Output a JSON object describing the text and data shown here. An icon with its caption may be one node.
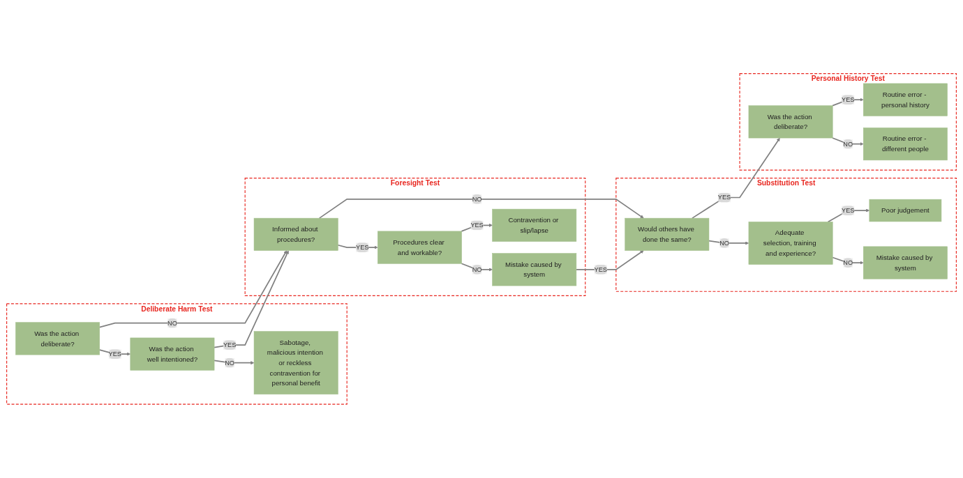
{
  "diagram": {
    "nodes": [
      {
        "text": [
          "Deliberate Harm Test"
        ]
      },
      {
        "text": [
          "Was the action deliberate?"
        ],
        "in": 0
      },
      {
        "text": [
          "Was the action well intentioned?"
        ],
        "in": 0
      },
      {
        "text": [
          "Sabotage, malicious intention or reckless contravention for personal benefit"
        ],
        "in": 0
      },
      {
        "text": [
          "Foresight Test"
        ]
      },
      {
        "text": [
          "Informed about procedures?"
        ],
        "in": 4
      },
      {
        "text": [
          "Procedures clear and workable?"
        ],
        "in": 4
      },
      {
        "text": [
          "Contravention or slip/lapse"
        ],
        "in": 4
      },
      {
        "text": [
          "Mistake caused by system"
        ],
        "in": 4
      },
      {
        "text": [
          "Substitution Test"
        ]
      },
      {
        "text": [
          "Would others have done the same?"
        ],
        "in": 9
      },
      {
        "text": [
          "Adequate selection, training and experience?"
        ],
        "in": 9
      },
      {
        "text": [
          "Poor judgement"
        ],
        "in": 9
      },
      {
        "text": [
          "Mistake caused by system"
        ],
        "in": 9
      },
      {
        "text": [
          "Personal History Test"
        ]
      },
      {
        "text": [
          "Was the action deliberate?"
        ],
        "in": 14
      },
      {
        "text": [
          "Routine error - personal history"
        ],
        "in": 14
      },
      {
        "text": [
          "Routine error - different people"
        ],
        "in": 14
      }
    ],
    "edges": [
      {
        "from": 1,
        "to": 5,
        "arrow": "to",
        "label": "NO"
      },
      {
        "from": 1,
        "to": 2,
        "arrow": "to",
        "label": "YES"
      },
      {
        "from": 2,
        "to": 5,
        "arrow": "to",
        "label": "YES"
      },
      {
        "from": 2,
        "to": 3,
        "arrow": "to",
        "label": "NO"
      },
      {
        "from": 5,
        "to": 10,
        "arrow": "to",
        "label": "NO"
      },
      {
        "from": 5,
        "to": 6,
        "arrow": "to",
        "label": "YES"
      },
      {
        "from": 6,
        "to": 7,
        "arrow": "to",
        "label": "YES"
      },
      {
        "from": 6,
        "to": 8,
        "arrow": "to",
        "label": "NO"
      },
      {
        "from": 8,
        "to": 10,
        "arrow": "to",
        "label": "YES"
      },
      {
        "from": 10,
        "to": 15,
        "arrow": "to",
        "label": "YES"
      },
      {
        "from": 10,
        "to": 11,
        "arrow": "to",
        "label": "NO"
      },
      {
        "from": 11,
        "to": 12,
        "arrow": "to",
        "label": "YES"
      },
      {
        "from": 11,
        "to": 13,
        "arrow": "to",
        "label": "NO"
      },
      {
        "from": 15,
        "to": 16,
        "arrow": "to",
        "label": "YES"
      },
      {
        "from": 15,
        "to": 17,
        "arrow": "to",
        "label": "NO"
      }
    ]
  }
}
